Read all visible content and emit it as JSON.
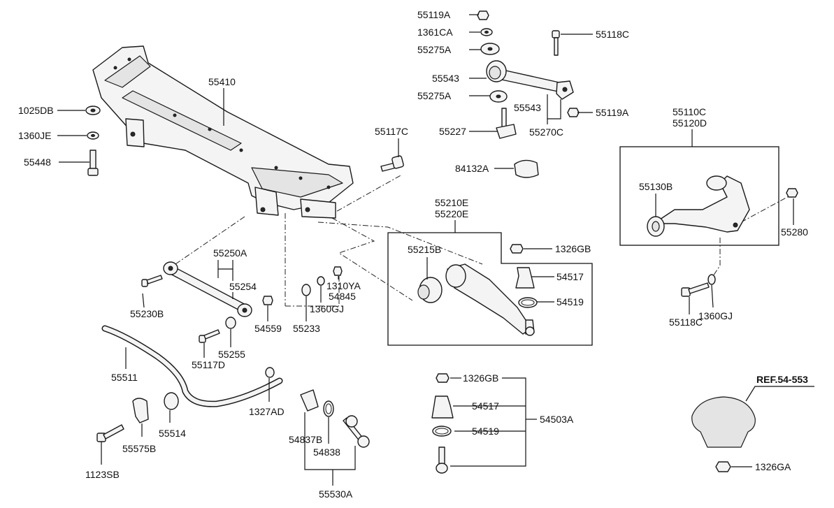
{
  "labels": {
    "p55119A_top": "55119A",
    "p1361CA": "1361CA",
    "p55118C_top": "55118C",
    "p55275A_top": "55275A",
    "p55543_a": "55543",
    "p55275A_mid": "55275A",
    "p55543_b": "55543",
    "p55119A_mid": "55119A",
    "p55227": "55227",
    "p55270C": "55270C",
    "p55110C": "55110C",
    "p55120D": "55120D",
    "p55410": "55410",
    "p1025DB": "1025DB",
    "p1360JE": "1360JE",
    "p55448": "55448",
    "p55117C": "55117C",
    "p84132A": "84132A",
    "p55130B": "55130B",
    "p55280": "55280",
    "p55210E": "55210E",
    "p55220E": "55220E",
    "p55215B": "55215B",
    "p1326GB_top": "1326GB",
    "p54517_top": "54517",
    "p54519_top": "54519",
    "p55250A": "55250A",
    "p55254": "55254",
    "p1310YA": "1310YA",
    "p54845": "54845",
    "p1360GJ_mid": "1360GJ",
    "p55230B": "55230B",
    "p54559": "54559",
    "p55233": "55233",
    "p55255": "55255",
    "p55117D": "55117D",
    "p55118C_right": "55118C",
    "p1360GJ_right": "1360GJ",
    "p55511": "55511",
    "p1327AD": "1327AD",
    "p55514": "55514",
    "p55575B": "55575B",
    "p1123SB": "1123SB",
    "p54837B": "54837B",
    "p54838": "54838",
    "p55530A": "55530A",
    "p1326GB_bot": "1326GB",
    "p54517_bot": "54517",
    "p54519_bot": "54519",
    "p54503A": "54503A",
    "ref": "REF.54-553",
    "p1326GA": "1326GA"
  }
}
